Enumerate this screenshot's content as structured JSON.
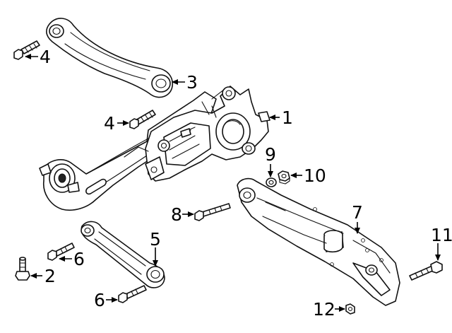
{
  "diagram": {
    "callouts": [
      {
        "id": "1",
        "label": "1"
      },
      {
        "id": "2",
        "label": "2"
      },
      {
        "id": "3",
        "label": "3"
      },
      {
        "id": "4a",
        "label": "4"
      },
      {
        "id": "4b",
        "label": "4"
      },
      {
        "id": "5",
        "label": "5"
      },
      {
        "id": "6a",
        "label": "6"
      },
      {
        "id": "6b",
        "label": "6"
      },
      {
        "id": "7",
        "label": "7"
      },
      {
        "id": "8",
        "label": "8"
      },
      {
        "id": "9",
        "label": "9"
      },
      {
        "id": "10",
        "label": "10"
      },
      {
        "id": "11",
        "label": "11"
      },
      {
        "id": "12",
        "label": "12"
      }
    ]
  }
}
